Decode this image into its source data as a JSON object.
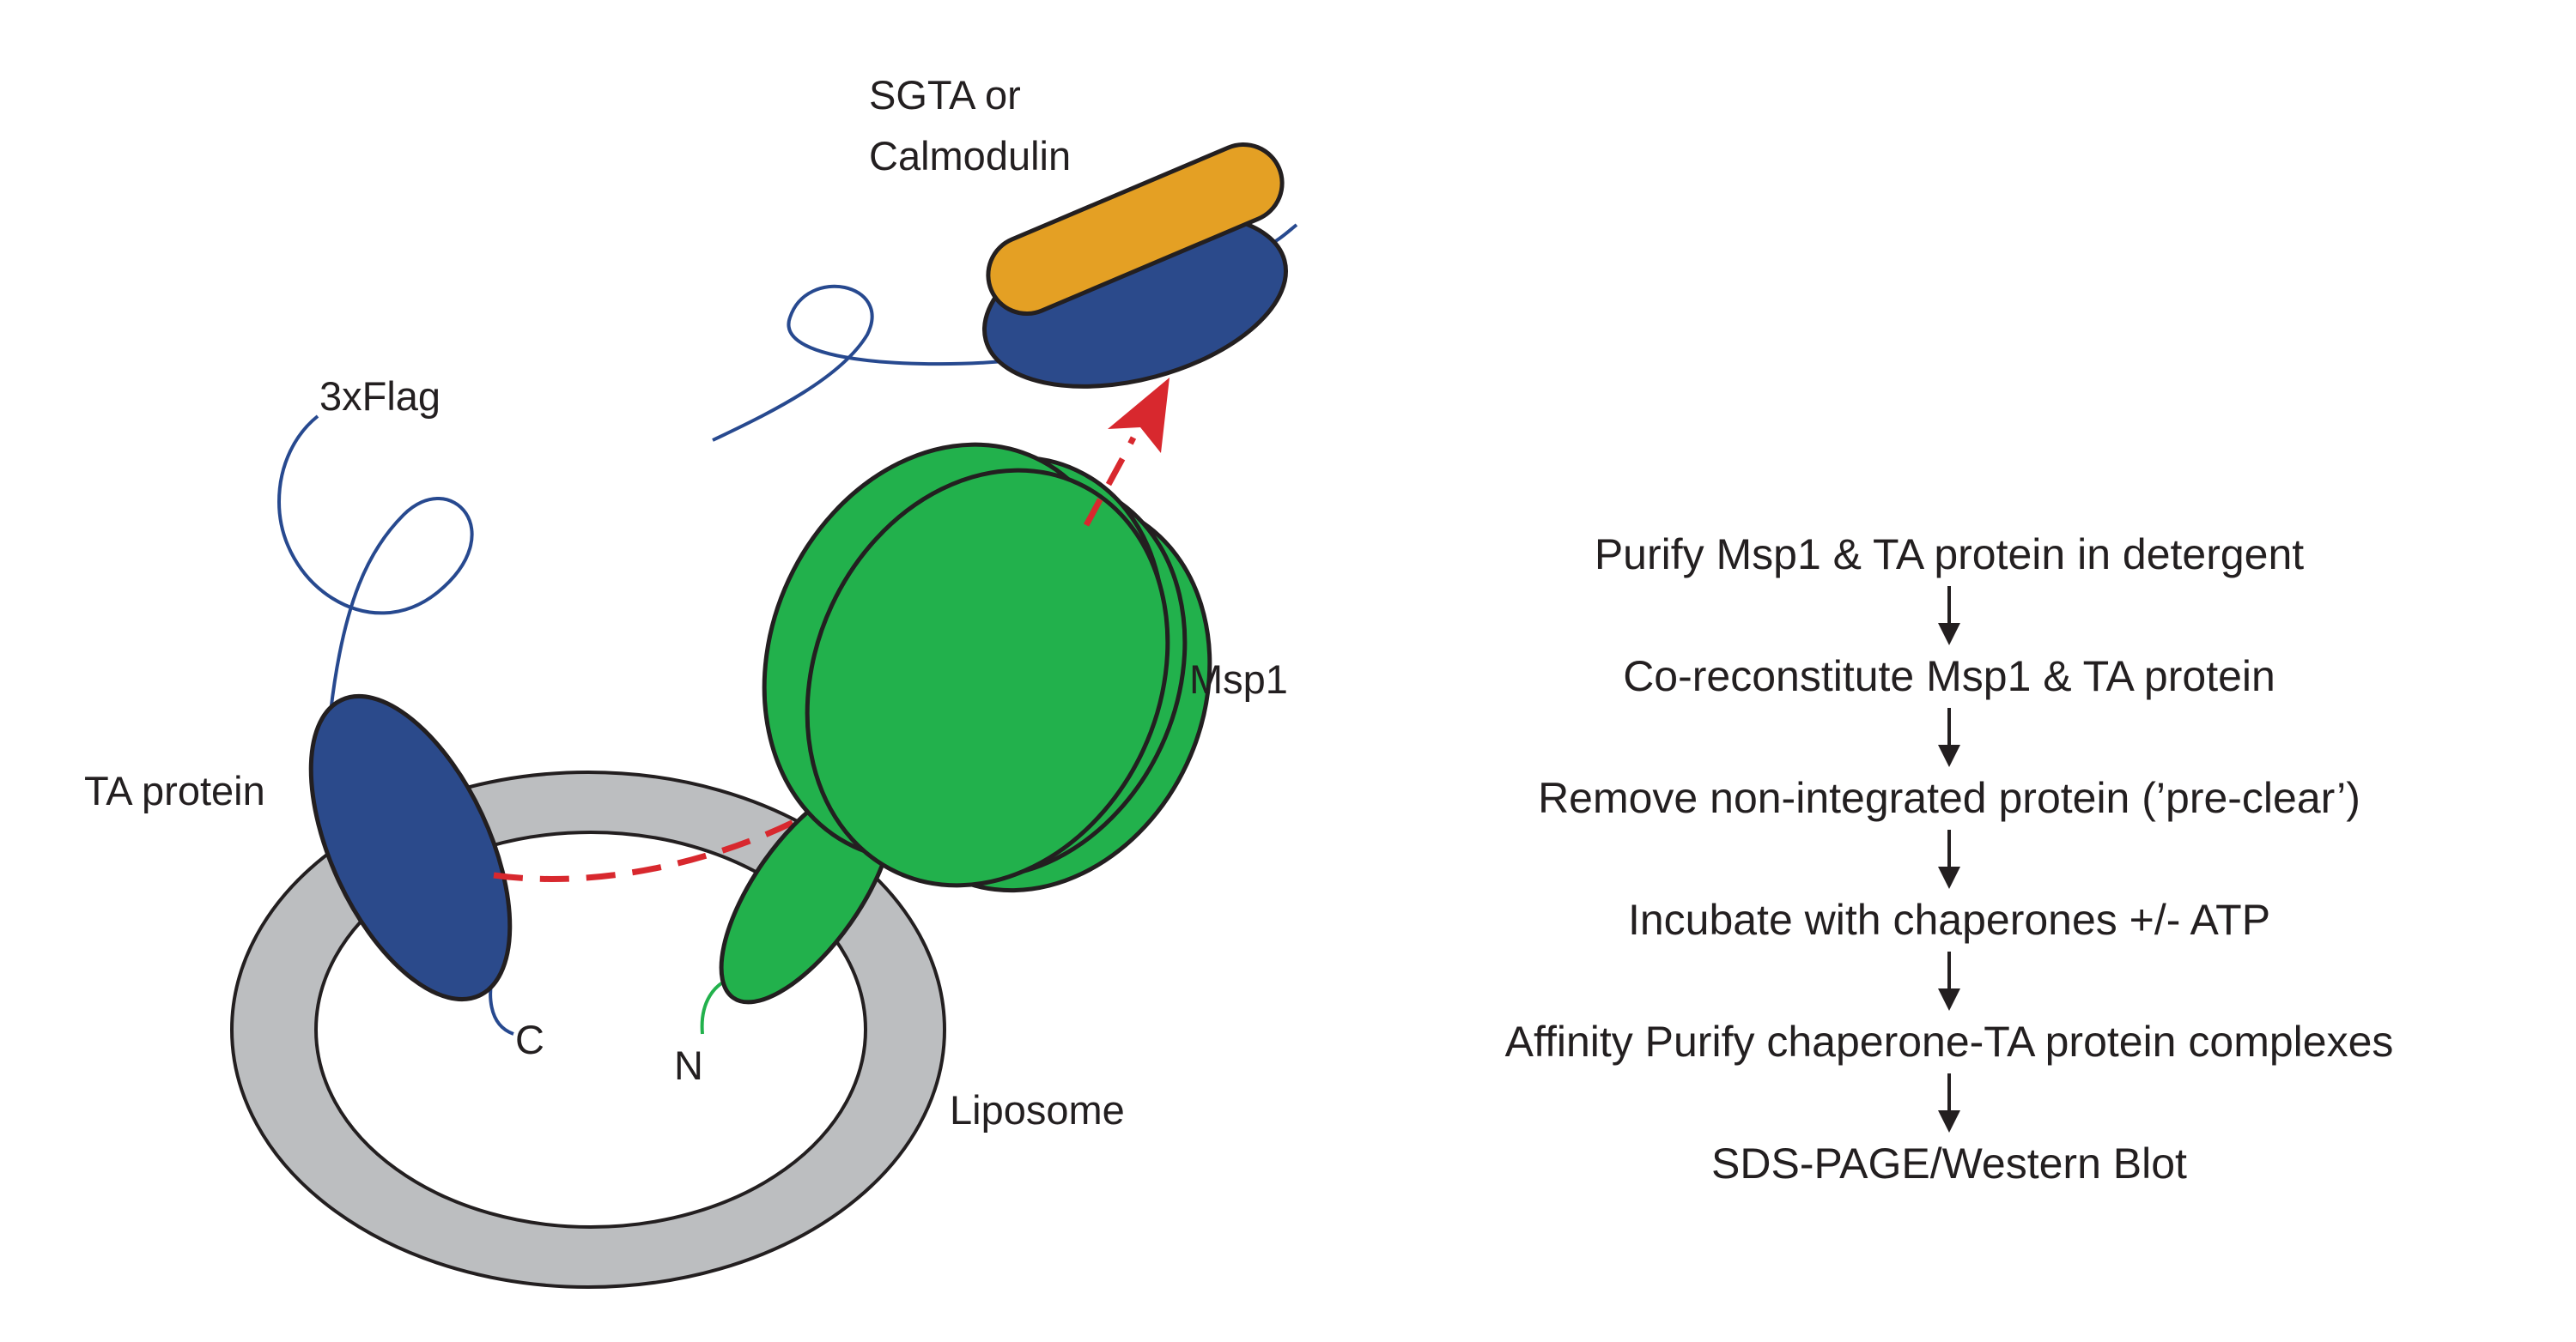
{
  "labels": {
    "chaperone": [
      "SGTA or",
      "Calmodulin"
    ],
    "flag": "3xFlag",
    "ta_protein": "TA protein",
    "msp1": "Msp1",
    "c_terminus": "C",
    "n_terminus": "N",
    "liposome": "Liposome"
  },
  "steps": [
    "Purify Msp1 & TA protein in detergent",
    "Co-reconstitute Msp1 & TA protein",
    "Remove non-integrated protein (’pre-clear’)",
    "Incubate with chaperones +/- ATP",
    "Affinity Purify chaperone-TA protein complexes",
    "SDS-PAGE/Western Blot"
  ],
  "colors": {
    "ta_blue": "#2b4a8b",
    "tether_blue": "#27498f",
    "msp1_green": "#22b14c",
    "chaperone_orange": "#e4a024",
    "liposome_gray": "#bcbec0",
    "arrow_red": "#d8282e",
    "outline": "#231f20"
  }
}
